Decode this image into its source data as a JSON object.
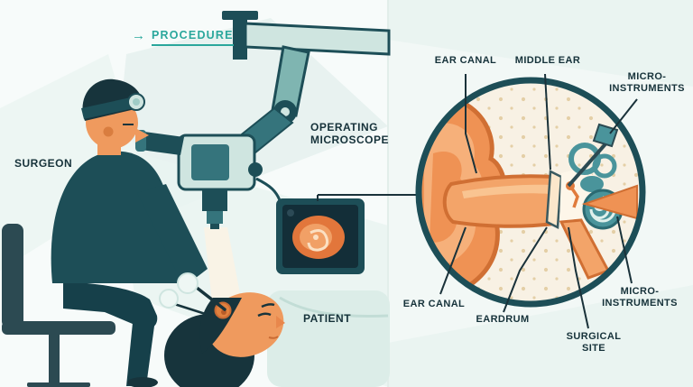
{
  "scene": {
    "procedure": {
      "arrow_icon": "→",
      "label": "PROCEDURE"
    },
    "surgeon_label": "SURGEON",
    "operating_microscope_label": "OPERATING MICROSCOPE",
    "patient_label": "PATIENT"
  },
  "diagram": {
    "labels": {
      "ear_canal_top": "EAR CANAL",
      "middle_ear": "MIDDLE EAR",
      "micro_instruments_top": "MICRO-INSTRUMENTS",
      "micro_instruments_bottom": "MICRO-INSTRUMENTS",
      "ear_canal_bottom": "EAR CANAL",
      "eardrum": "EARDRUM",
      "surgical_site": "SURGICAL SITE"
    }
  },
  "colors": {
    "accent_teal": "#2aa79c",
    "dark_teal": "#1d4e57",
    "mid_teal": "#35747c",
    "pale_mint": "#cfe5e0",
    "skin_orange": "#ef9a5e",
    "canal_orange": "#f3a469",
    "outline_orange": "#d06f33",
    "bone_cream": "#f8f1e4",
    "label_ink": "#16323a",
    "background": "#f7fbfa"
  }
}
